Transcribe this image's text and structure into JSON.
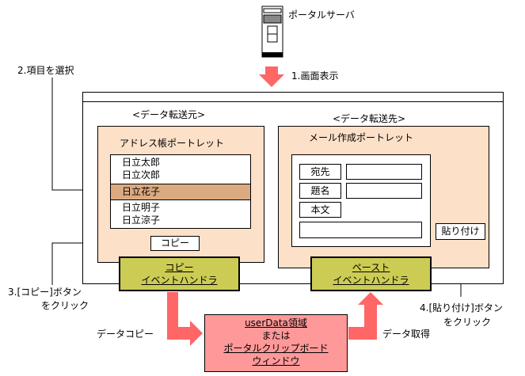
{
  "server": {
    "label": "ポータルサーバ"
  },
  "steps": {
    "step1": "1.画面表示",
    "step2": "2.項目を選択",
    "step3_line1": "3.[コピー]ボタン",
    "step3_line2": "をクリック",
    "step4_line1": "4.[貼り付け]ボタン",
    "step4_line2": "をクリック"
  },
  "source": {
    "heading": "<データ転送元>",
    "portlet_title": "アドレス帳ポートレット",
    "items": [
      "日立太郎",
      "日立次郎",
      "日立花子",
      "日立明子",
      "日立涼子"
    ],
    "selected_index": 2,
    "copy_button": "コピー",
    "handler_line1": "コピー",
    "handler_line2": "イベントハンドラ"
  },
  "destination": {
    "heading": "<データ転送先>",
    "portlet_title": "メール作成ポートレット",
    "field_to": "宛先",
    "field_subject": "題名",
    "field_body": "本文",
    "paste_button": "貼り付け",
    "handler_line1": "ペースト",
    "handler_line2": "イベントハンドラ"
  },
  "storage": {
    "line1": "userData領域",
    "line2": "または",
    "line3": "ポータルクリップボード",
    "line4": "ウィンドウ"
  },
  "flows": {
    "copy": "データコピー",
    "get": "データ取得"
  },
  "colors": {
    "portlet_bg": "#fde0c8",
    "handler_bg": "#cccc55",
    "selected_row": "#dcaa80",
    "storage_bg": "#ff9999",
    "arrow": "#ff6666"
  }
}
